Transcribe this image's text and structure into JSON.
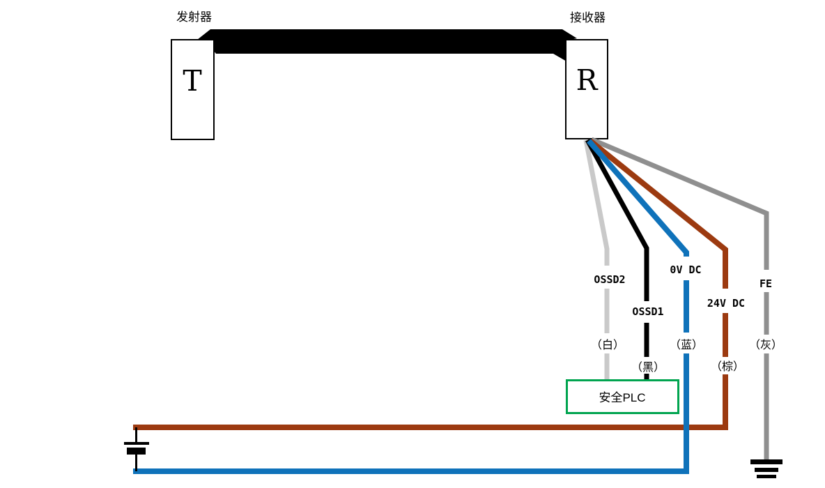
{
  "diagram": {
    "transmitter": {
      "label": "发射器",
      "letter": "T"
    },
    "receiver": {
      "label": "接收器",
      "letter": "R"
    },
    "plc": {
      "label": "安全PLC",
      "border_color": "#00a44f"
    },
    "wires": {
      "white": {
        "signal": "OSSD2",
        "color_label": "（白）",
        "color": "#c9c9c9"
      },
      "black": {
        "signal": "OSSD1",
        "color_label": "（黑）",
        "color": "#000000"
      },
      "blue": {
        "signal": "0V DC",
        "color_label": "（蓝）",
        "color": "#0f72ba"
      },
      "brown": {
        "signal": "24V DC",
        "color_label": "（棕）",
        "color": "#9c3a10"
      },
      "gray": {
        "signal": "FE",
        "color_label": "（灰）",
        "color": "#8f8f8f"
      }
    }
  }
}
